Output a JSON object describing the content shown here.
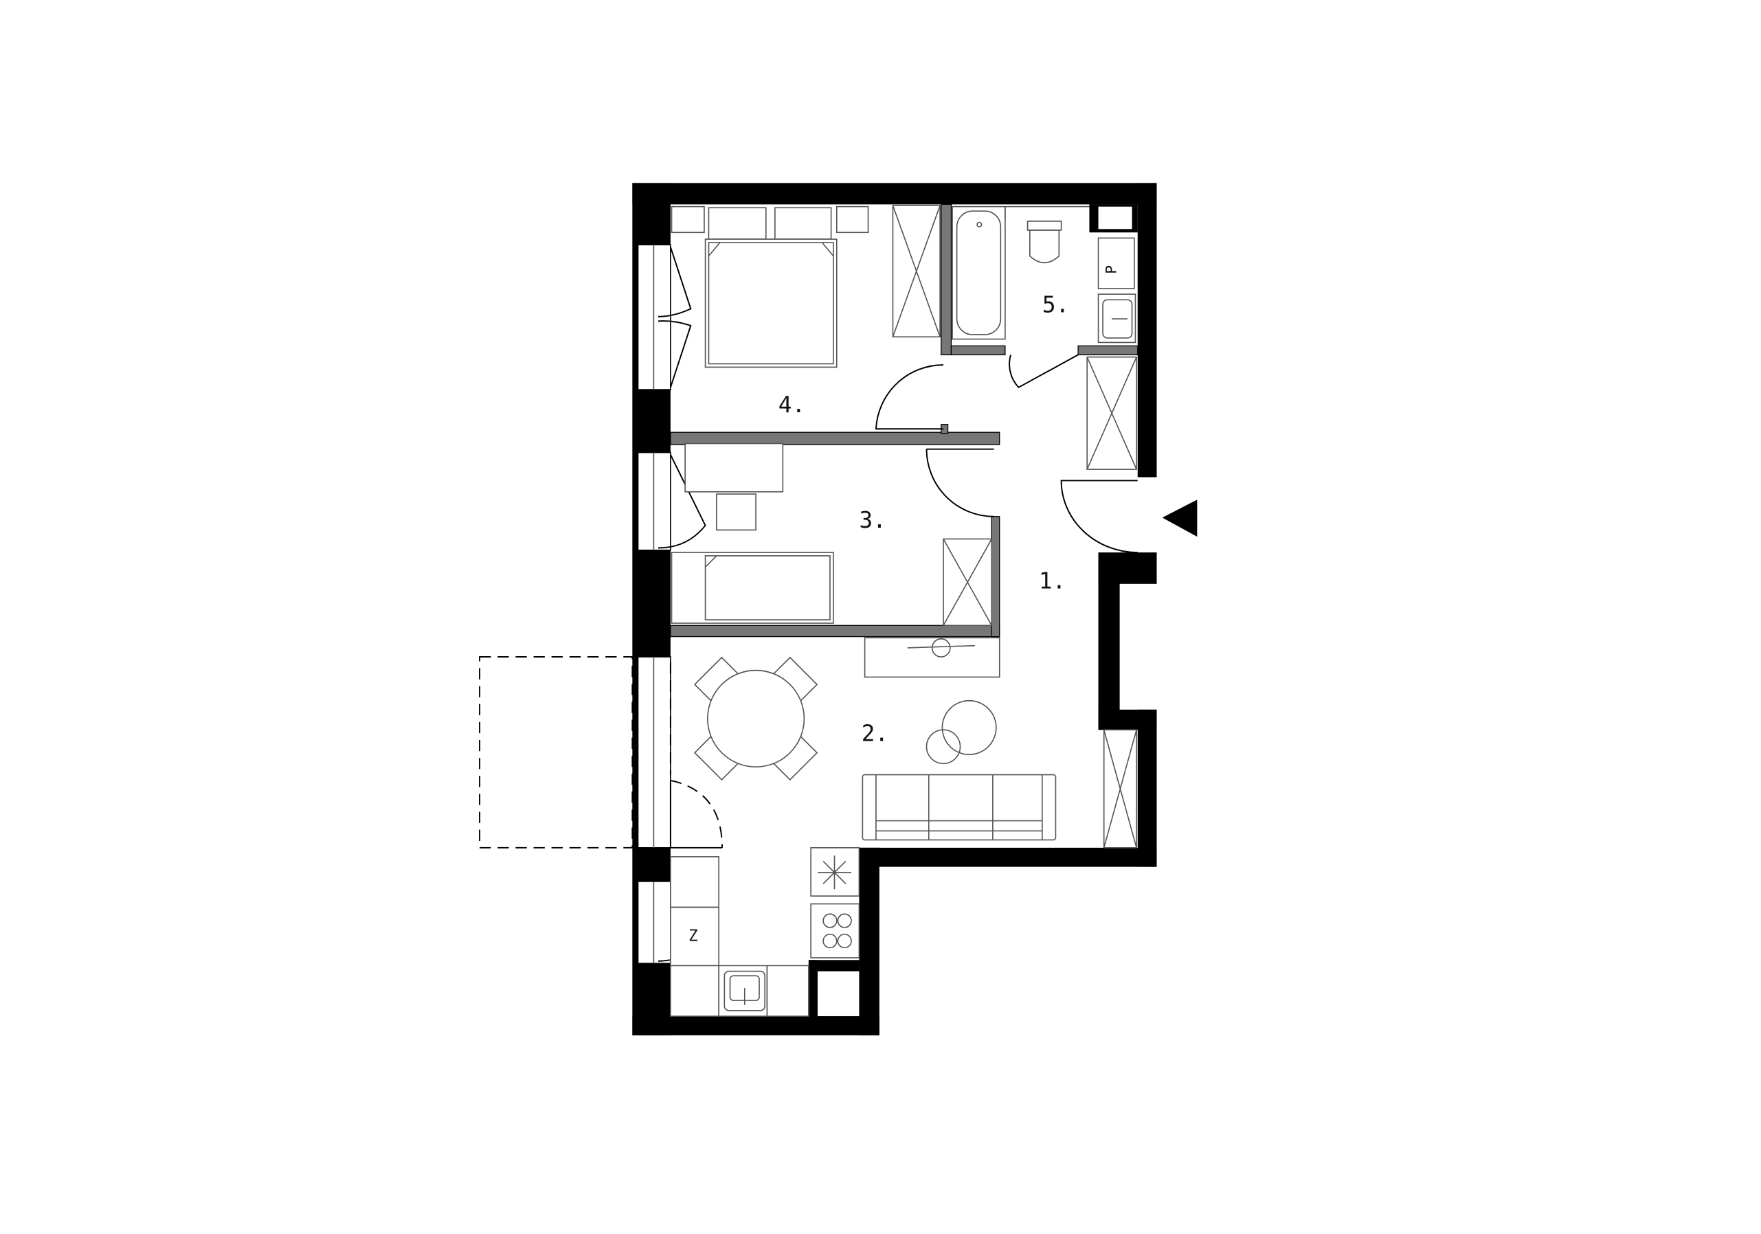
{
  "colors": {
    "wall": "#000000",
    "internal_wall": "#777777",
    "furniture_stroke": "#555555",
    "background": "#ffffff"
  },
  "rooms": [
    {
      "label": "1."
    },
    {
      "label": "2."
    },
    {
      "label": "3."
    },
    {
      "label": "4."
    },
    {
      "label": "5."
    }
  ],
  "fixtures": {
    "washing_machine_letter": "P",
    "fridge_letter": "Z"
  },
  "icons": [
    "entrance-arrow-icon",
    "door-swing-icon",
    "wardrobe-icon",
    "bed-icon",
    "bathtub-icon",
    "toilet-icon",
    "sink-icon",
    "stove-icon",
    "dining-table-icon",
    "sofa-icon"
  ]
}
